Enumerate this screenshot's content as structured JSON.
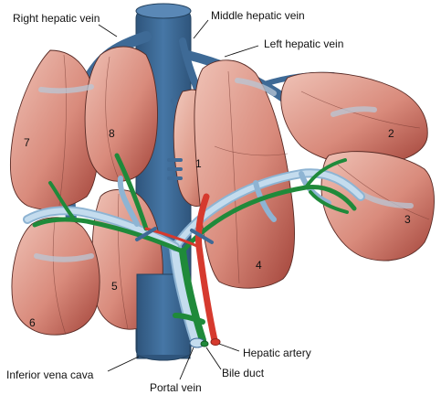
{
  "labels": {
    "right_hepatic_vein": "Right hepatic vein",
    "middle_hepatic_vein": "Middle hepatic vein",
    "left_hepatic_vein": "Left hepatic vein",
    "inferior_vena_cava": "Inferior vena cava",
    "portal_vein": "Portal vein",
    "bile_duct": "Bile duct",
    "hepatic_artery": "Hepatic artery"
  },
  "segments": {
    "s1": "1",
    "s2": "2",
    "s3": "3",
    "s4": "4",
    "s5": "5",
    "s6": "6",
    "s7": "7",
    "s8": "8"
  },
  "colors": {
    "lobe_light": "#e9b3a6",
    "lobe_dark": "#a6463b",
    "vein": "#3e6a96",
    "vein_dark": "#2b4d70",
    "portal": "#b9d6ea",
    "bile": "#1f8a3a",
    "artery": "#d63a2e"
  }
}
